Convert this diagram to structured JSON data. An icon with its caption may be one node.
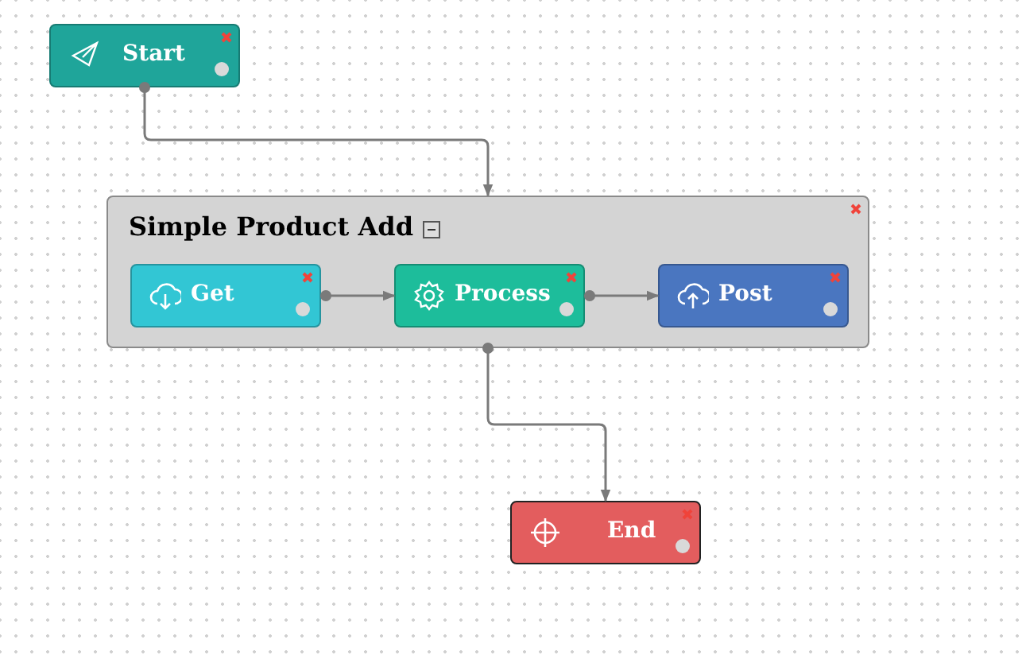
{
  "diagram": {
    "nodes": [
      {
        "text": [
          "Start"
        ]
      },
      {
        "text": [
          "Simple Product Add"
        ]
      },
      {
        "text": [
          "Get"
        ],
        "in": 1
      },
      {
        "text": [
          "Process"
        ],
        "in": 1
      },
      {
        "text": [
          "Post"
        ],
        "in": 1
      },
      {
        "text": [
          "End"
        ]
      }
    ],
    "edges": [
      {
        "from": 0,
        "to": 1,
        "arrow": "to"
      },
      {
        "from": 2,
        "to": 3,
        "arrow": "to"
      },
      {
        "from": 3,
        "to": 4,
        "arrow": "to"
      },
      {
        "from": 1,
        "to": 5,
        "arrow": "to"
      }
    ]
  }
}
